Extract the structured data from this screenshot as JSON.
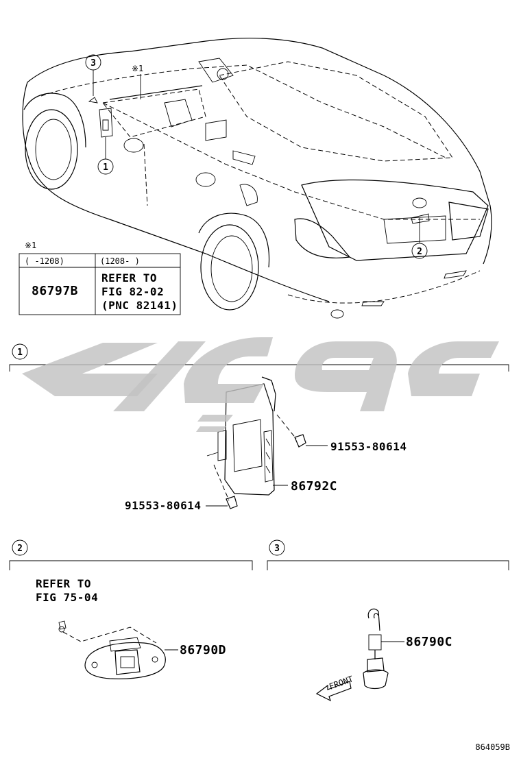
{
  "note_marker": "※1",
  "note_table": {
    "col1_header": "(    -1208)",
    "col2_header": "(1208-     )",
    "col1_value": "86797B",
    "col2_lines": [
      "REFER TO",
      "FIG 82-02",
      "(PNC 82141)"
    ]
  },
  "callouts": [
    "1",
    "2",
    "3"
  ],
  "section1": {
    "number": "1",
    "parts": {
      "ecu": "86792C",
      "bolt_upper": "91553-80614",
      "bolt_lower": "91553-80614"
    }
  },
  "section2": {
    "number": "2",
    "refer_lines": [
      "REFER TO",
      "FIG 75-04"
    ],
    "part": "86790D"
  },
  "section3": {
    "number": "3",
    "part": "86790C",
    "front_label": "FRONT"
  },
  "figure_id": "864059B"
}
